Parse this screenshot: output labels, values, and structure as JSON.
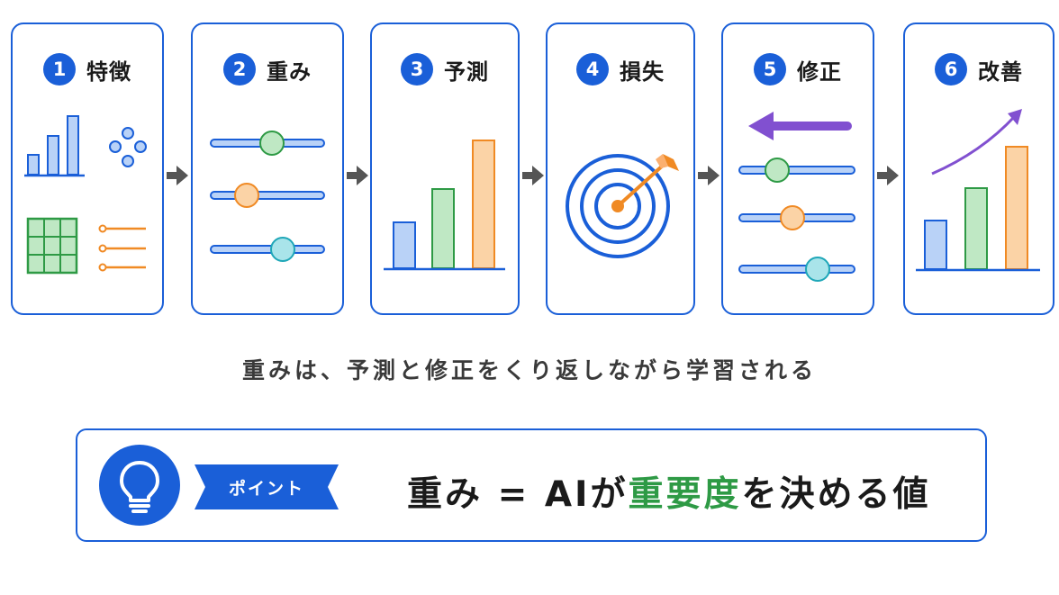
{
  "steps": [
    {
      "number": "1",
      "title": "特徴",
      "icon": "features-icon"
    },
    {
      "number": "2",
      "title": "重み",
      "icon": "weight-sliders-icon"
    },
    {
      "number": "3",
      "title": "予測",
      "icon": "prediction-bars-icon"
    },
    {
      "number": "4",
      "title": "損失",
      "icon": "target-icon"
    },
    {
      "number": "5",
      "title": "修正",
      "icon": "adjust-sliders-icon"
    },
    {
      "number": "6",
      "title": "改善",
      "icon": "improvement-chart-icon"
    }
  ],
  "caption": "重みは、予測と修正をくり返しながら学習される",
  "point": {
    "tag": "ポイント",
    "message_prefix": "重み = AIが",
    "message_highlight": "重要度",
    "message_suffix": "を決める値",
    "icon": "lightbulb-icon"
  },
  "colors": {
    "primary": "#1a5fd8",
    "blue_bar": "#b9d2f7",
    "green_bar": "#bfe8c4",
    "orange_bar": "#fbd3a6",
    "green": "#2e9a45",
    "orange": "#f08a24",
    "cyan": "#a9e4ea",
    "purple": "#8150d0",
    "arrow_gray": "#555555"
  }
}
